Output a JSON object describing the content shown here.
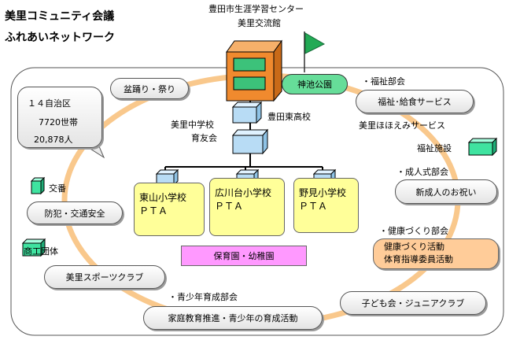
{
  "title": {
    "line1": "美里コミュニティ会議",
    "line2": "ふれあいネットワーク"
  },
  "center": {
    "line1": "豊田市生涯学習センター",
    "line2": "美里交流館"
  },
  "shinto": "神池公園",
  "high_school": "豊田東高校",
  "middle_school": {
    "line1": "美里中学校",
    "line2": "育友会"
  },
  "elementary": [
    {
      "name": "東山小学校",
      "pta": "ＰＴＡ"
    },
    {
      "name": "広川台小学校",
      "pta": "ＰＴＡ"
    },
    {
      "name": "野見小学校",
      "pta": "ＰＴＡ"
    }
  ],
  "nursery": "保育園・幼稚園",
  "info": {
    "districts": "１４自治区",
    "households": "7720世帯",
    "people": "20,878人"
  },
  "left": {
    "festival": "盆踊り・祭り",
    "koban": "交番",
    "safety": "防犯・交通安全",
    "commerce": "商工団体",
    "sports": "美里スポーツクラブ"
  },
  "right": {
    "welfare_dept": "・福祉部会",
    "welfare_service": "福祉･給食サービス",
    "smile_service": "美里ほほえみサービス",
    "welfare_facility": "福祉施設",
    "adult_dept": "・成人式部会",
    "adult_celebration": "新成人のお祝い",
    "health_dept": "・健康づくり部会",
    "health_line1": "健康づくり活動",
    "health_line2": "体育指導委員活動",
    "kids_club": "子ども会・ジュニアクラブ"
  },
  "bottom": {
    "youth_dept": "・青少年育成部会",
    "youth_activity": "家庭教育推進・青少年の育成活動"
  },
  "colors": {
    "ring": "#f9c88c",
    "building": "#f08a2e",
    "building_window": "#3cc27a",
    "cube_top": "#e0f2ff",
    "cube_front": "#b8dcf5",
    "school_fill": "#ffff99",
    "nursery_fill": "#ff99ff",
    "health_fill": "#ffcc99",
    "shinto_fill": "#66dd99",
    "flag": "#22aa55"
  }
}
